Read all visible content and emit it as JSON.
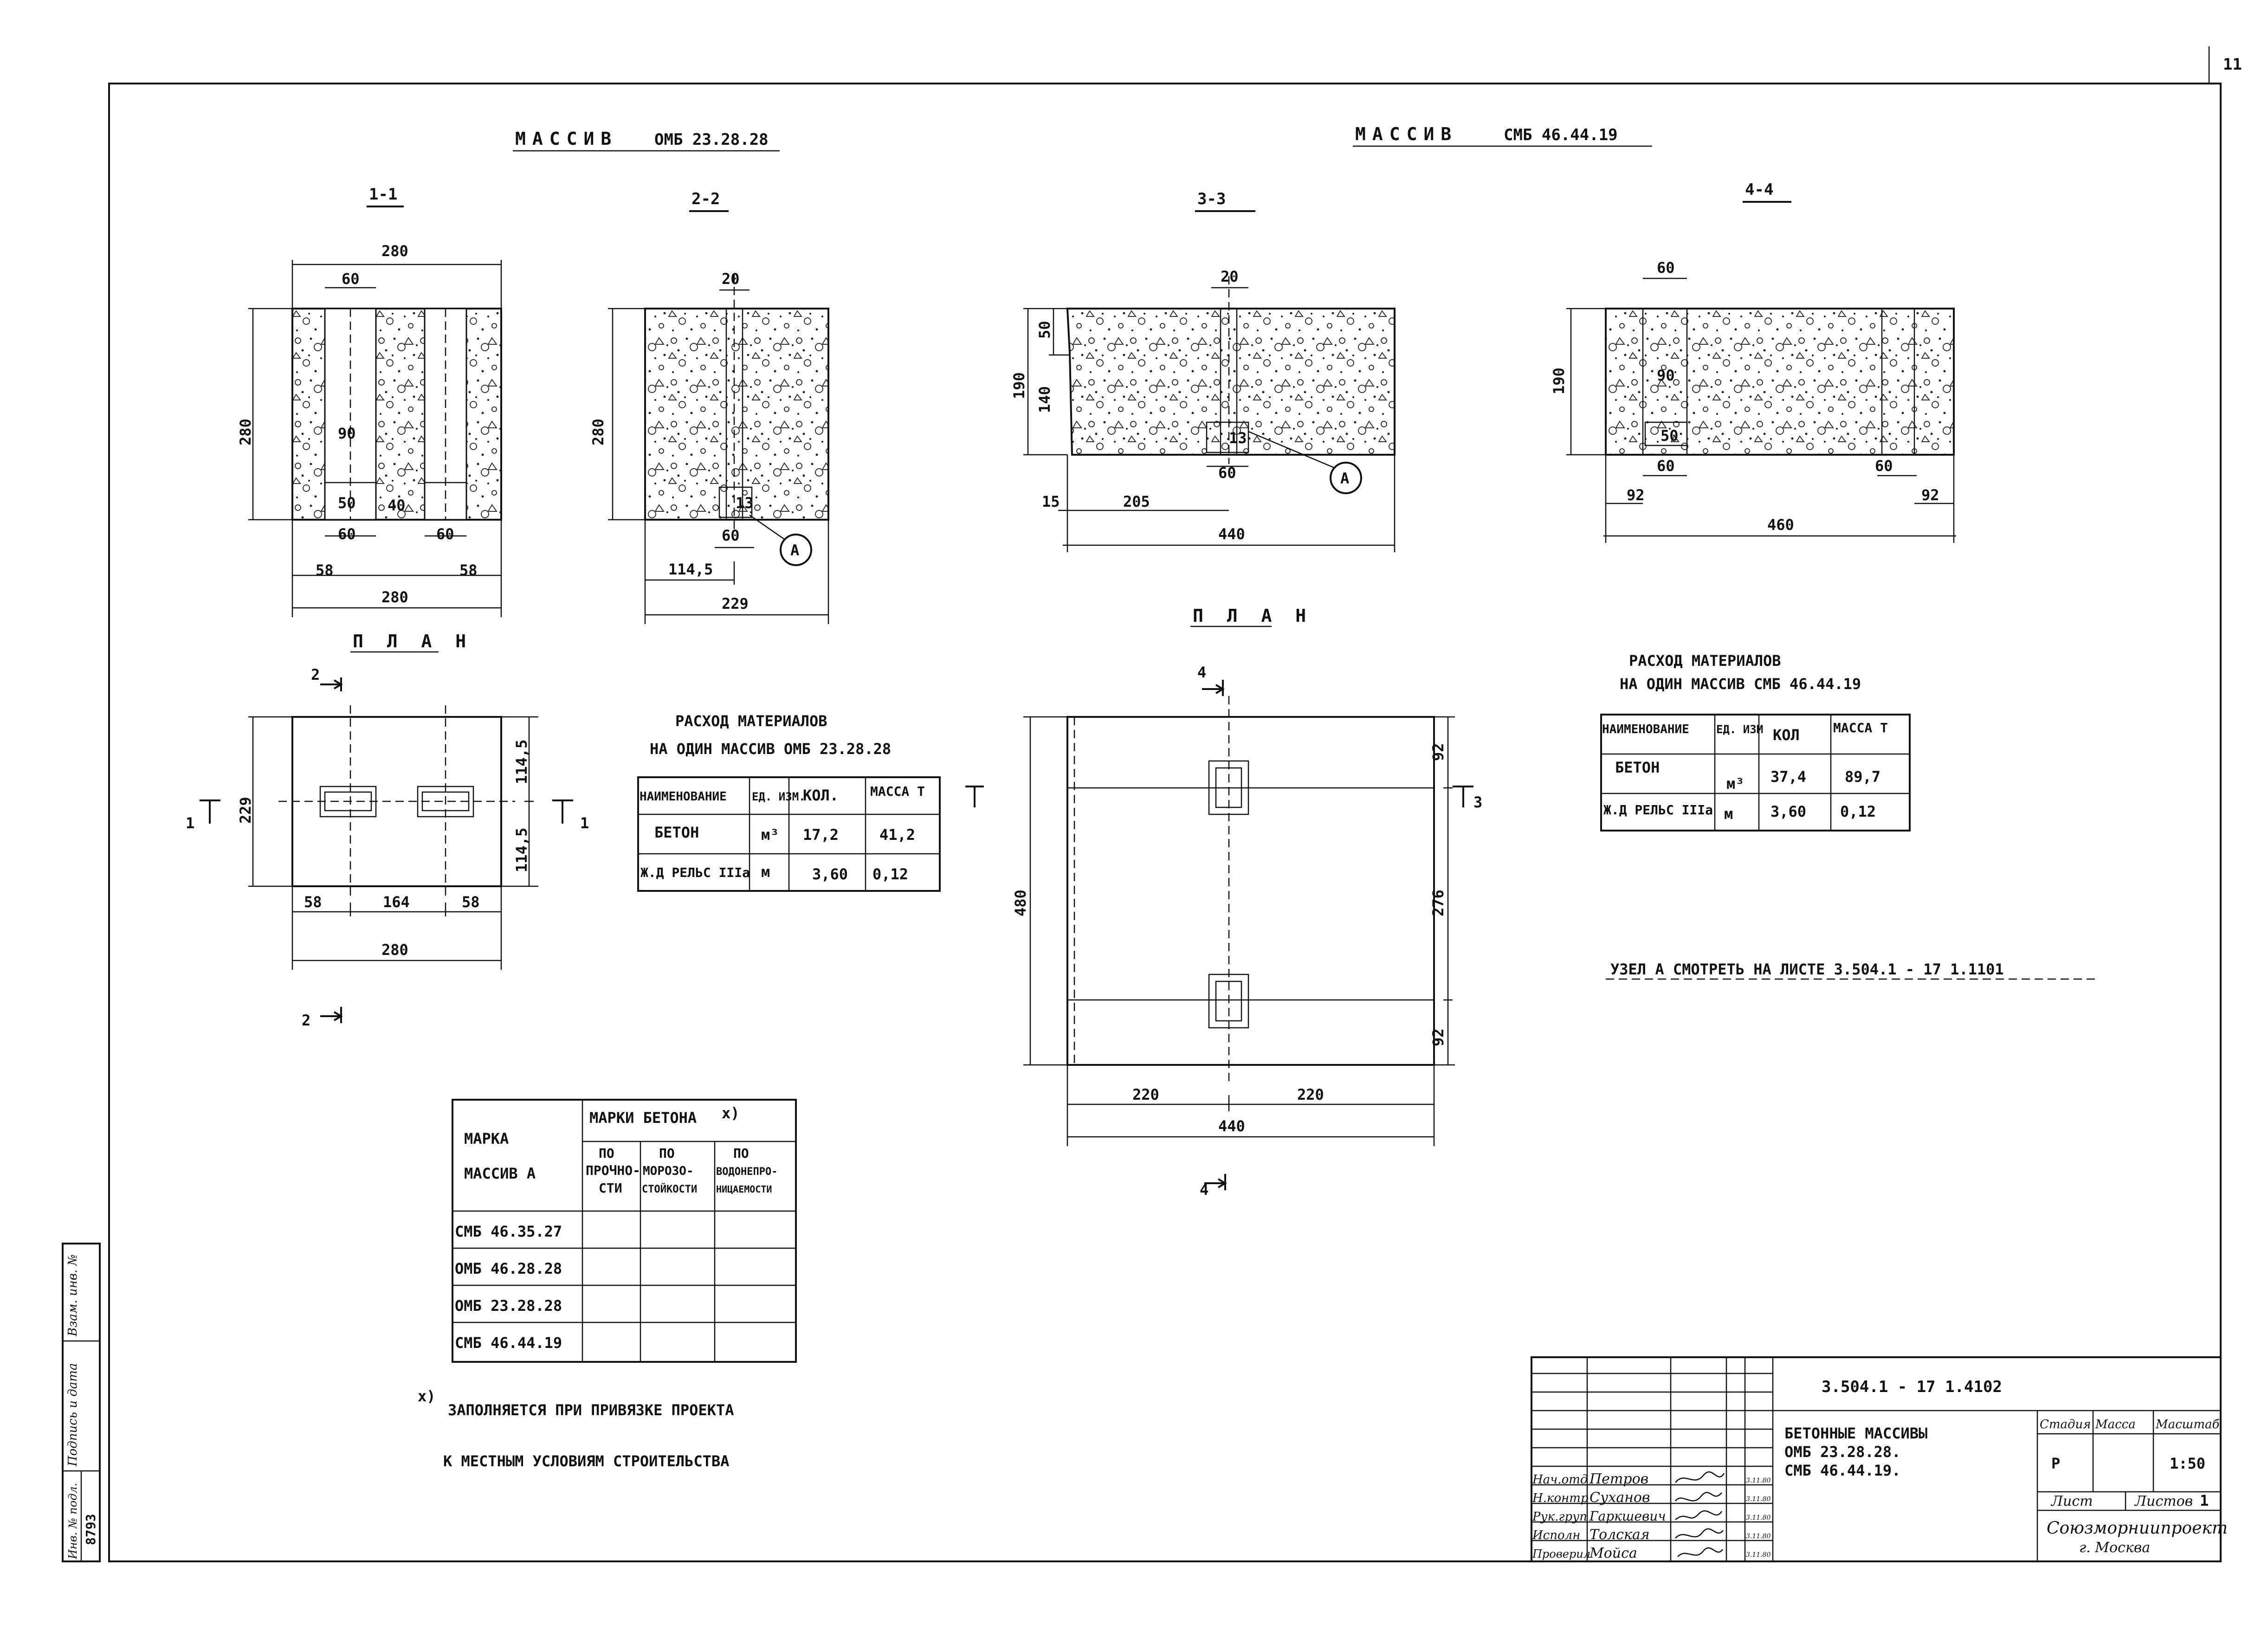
{
  "page_number": "11",
  "left_title": {
    "label": "МАССИВ",
    "mark": "ОМБ 23.28.28"
  },
  "right_title": {
    "label": "МАССИВ",
    "mark": "СМБ 46.44.19"
  },
  "sections": {
    "s11": {
      "label": "1-1",
      "dims": [
        "280",
        "60",
        "90",
        "50",
        "40",
        "60",
        "60",
        "58",
        "58",
        "280",
        "280"
      ]
    },
    "s22": {
      "label": "2-2",
      "dims": [
        "20",
        "280",
        "13",
        "60",
        "114,5",
        "229"
      ],
      "node": "А"
    },
    "s33": {
      "label": "3-3",
      "dims": [
        "20",
        "50",
        "140",
        "190",
        "13",
        "60",
        "15",
        "205",
        "440"
      ],
      "node": "А"
    },
    "s44": {
      "label": "4-4",
      "dims": [
        "60",
        "190",
        "90",
        "50",
        "60",
        "60",
        "92",
        "92",
        "460"
      ]
    }
  },
  "plan_left": {
    "label": "П Л А Н",
    "dims": [
      "114,5",
      "114,5",
      "229",
      "58",
      "164",
      "58",
      "280"
    ],
    "cuts": {
      "top": "2",
      "bottom": "2",
      "left": "1",
      "right": "1"
    }
  },
  "plan_right": {
    "label": "П Л А Н",
    "dims": [
      "92",
      "276",
      "92",
      "480",
      "220",
      "220",
      "440"
    ],
    "cuts": {
      "top": "4",
      "bottom": "4",
      "right": "3"
    }
  },
  "materials_left": {
    "title1": "РАСХОД МАТЕРИАЛОВ",
    "title2": "НА ОДИН   МАССИВ ОМБ 23.28.28",
    "headers": [
      "НАИМЕНОВАНИЕ",
      "ЕД. ИЗМ.",
      "КОЛ.",
      "МАССА Т"
    ],
    "rows": [
      [
        "БЕТОН",
        "м³",
        "17,2",
        "41,2"
      ],
      [
        "Ж.Д РЕЛЬС IIIа",
        "м",
        "3,60",
        "0,12"
      ]
    ]
  },
  "materials_right": {
    "title1": "РАСХОД МАТЕРИАЛОВ",
    "title2": "НА ОДИН МАССИВ  СМБ  46.44.19",
    "headers": [
      "НАИМЕНОВАНИЕ",
      "ЕД. ИЗМ",
      "КОЛ",
      "МАССА Т"
    ],
    "rows": [
      [
        "БЕТОН",
        "м³",
        "37,4",
        "89,7"
      ],
      [
        "Ж.Д РЕЛЬС IIIа",
        "м",
        "3,60",
        "0,12"
      ]
    ]
  },
  "node_note": "УЗЕЛ  А   СМОТРЕТЬ  НА  ЛИСТЕ 3.504.1 - 17 1.1101",
  "concrete_table": {
    "head_marka": [
      "МАРКА",
      "МАССИВ А"
    ],
    "head_group": "МАРКИ БЕТОНА",
    "footnote_mark": "x)",
    "sub": [
      [
        "ПО",
        "ПРОЧНО-",
        "СТИ"
      ],
      [
        "ПО",
        "МОРОЗО-",
        "СТОЙКОСТИ"
      ],
      [
        "ПО",
        "ВОДОНЕПРО-",
        "НИЦАЕМОСТИ"
      ]
    ],
    "rows": [
      "СМБ 46.35.27",
      "ОМБ 46.28.28",
      "ОМБ 23.28.28",
      "СМБ 46.44.19"
    ]
  },
  "footnote": {
    "mark": "x)",
    "line1": "ЗАПОЛНЯЕТСЯ  ПРИ  ПРИВЯЗКЕ ПРОЕКТА",
    "line2": "К МЕСТНЫМ  УСЛОВИЯМ  СТРОИТЕЛЬСТВА"
  },
  "side_stamp": {
    "inv": "Инв. № подл.",
    "sign": "Подпись и дата",
    "vzam": "Взам. инв. №",
    "number": "8793"
  },
  "title_block": {
    "code": "3.504.1 - 17 1.4102",
    "name": [
      "БЕТОННЫЕ МАССИВЫ",
      "ОМБ 23.28.28.",
      "СМБ 46.44.19."
    ],
    "stage_label": "Стадия",
    "mass_label": "Масса",
    "scale_label": "Масштаб",
    "stage": "Р",
    "scale": "1:50",
    "sheet_label": "Лист",
    "sheets_label": "Листов",
    "sheets": "1",
    "org": "Союзморниипроект",
    "city": "г. Москва",
    "staff": [
      {
        "role": "Нач.отд",
        "name": "Петров",
        "date": "3.11.80"
      },
      {
        "role": "Н.контр",
        "name": "Суханов",
        "date": "3.11.80"
      },
      {
        "role": "Рук.груп",
        "name": "Гаркшевич",
        "date": "3.11.80"
      },
      {
        "role": "Исполн",
        "name": "Толская",
        "date": "3.11.80"
      },
      {
        "role": "Проверил",
        "name": "Мойса",
        "date": "3.11.80"
      }
    ]
  }
}
